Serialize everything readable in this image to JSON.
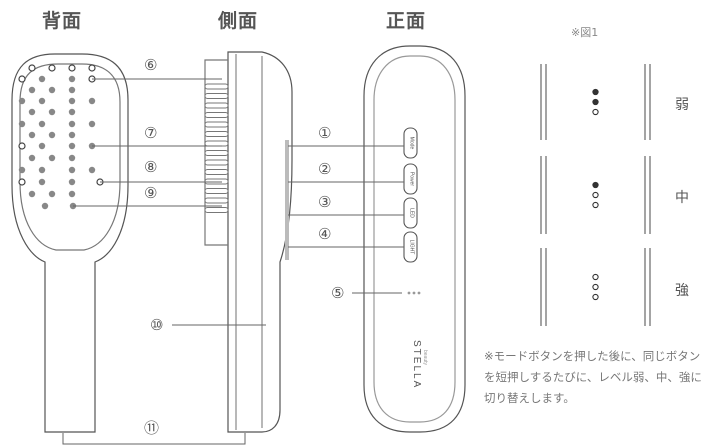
{
  "views": {
    "back": "背面",
    "side": "側面",
    "front": "正面"
  },
  "callouts": [
    "⑥",
    "⑦",
    "⑧",
    "⑨",
    "①",
    "②",
    "③",
    "④",
    "⑤",
    "⑩",
    "⑪"
  ],
  "buttons": [
    "Mode",
    "Power",
    "LED",
    "LIGHT"
  ],
  "brand": {
    "name": "STELLA",
    "sub": "beauty"
  },
  "figure": {
    "label": "※図1",
    "levels": [
      {
        "name": "弱",
        "filled_dots": 2
      },
      {
        "name": "中",
        "filled_dots": 1
      },
      {
        "name": "強",
        "filled_dots": 0
      }
    ],
    "note": "※モードボタンを押した後に、同じボタンを短押しするたびに、レベル弱、中、強に切り替えします。"
  },
  "colors": {
    "line": "#555555",
    "dot": "#888888"
  }
}
